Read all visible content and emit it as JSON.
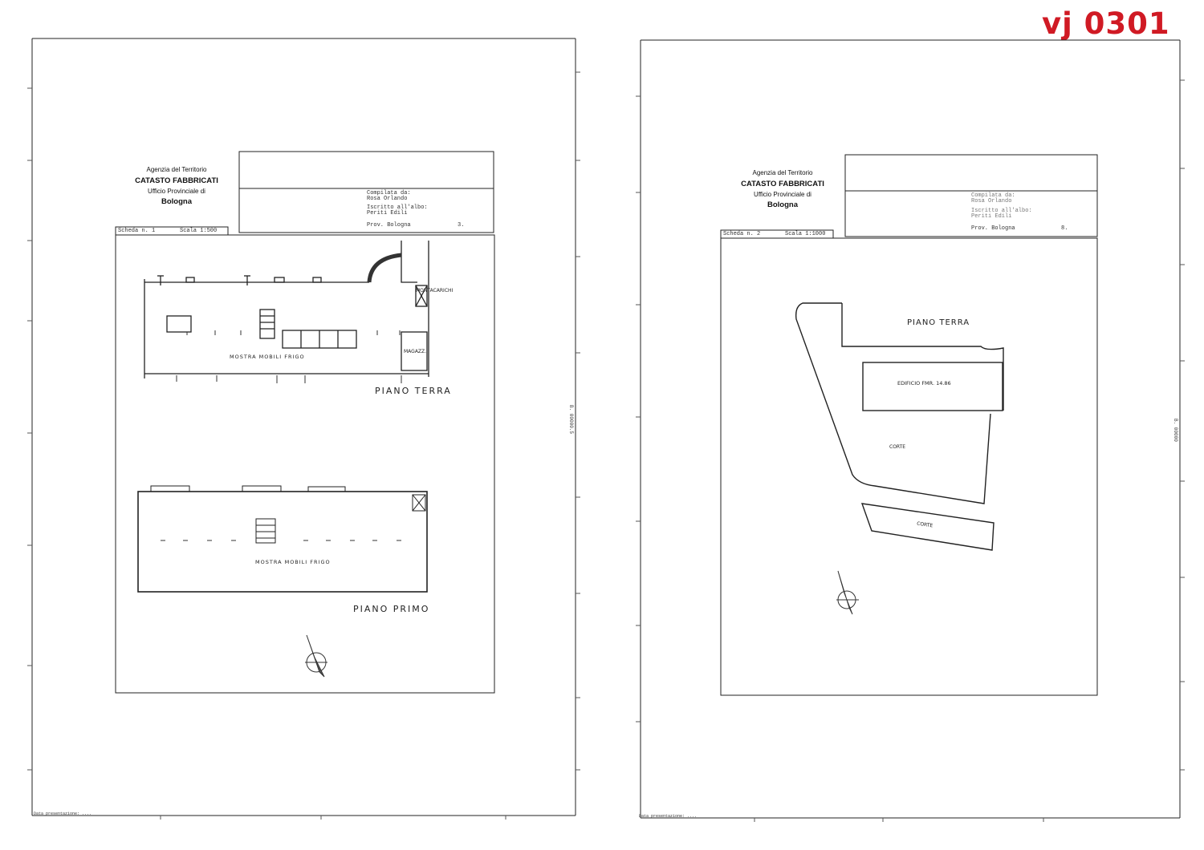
{
  "watermark_code": "vj 0301",
  "sheets": [
    {
      "header": {
        "agency": "Agenzia del Territorio",
        "registry": "CATASTO FABBRICATI",
        "office": "Ufficio Provinciale di",
        "city": "Bologna"
      },
      "compiler_label": "Compilata da:",
      "compiler_name": "Rosa Orlando",
      "register_label": "Iscritto all'albo:",
      "register_value": "Periti Edili",
      "province": "Prov. Bologna",
      "province_number": "3.",
      "scheda": "Scheda n. 1",
      "scala": "Scala 1:500",
      "side_note": "B. 00000.5",
      "footer_mark": "Data presentazione: ....",
      "plans": [
        {
          "title": "PIANO TERRA",
          "room_label": "MOSTRA MOBILI FRIGO",
          "labels": [
            "MONTACARICHI",
            "MAGAZZ."
          ]
        },
        {
          "title": "PIANO PRIMO",
          "room_label": "MOSTRA MOBILI FRIGO",
          "labels": []
        }
      ]
    },
    {
      "header": {
        "agency": "Agenzia del Territorio",
        "registry": "CATASTO FABBRICATI",
        "office": "Ufficio Provinciale di",
        "city": "Bologna"
      },
      "compiler_label": "Compilata da:",
      "compiler_name": "Rosa Orlando",
      "register_label": "Iscritto all'albo:",
      "register_value": "Periti Edili",
      "province": "Prov. Bologna",
      "province_number": "8.",
      "scheda": "Scheda n. 2",
      "scala": "Scala 1:1000",
      "side_note": "B. 00000",
      "footer_mark": "Data presentazione: ....",
      "plans": [
        {
          "title": "PIANO TERRA",
          "room_label": "EDIFICIO FMR. 14.86",
          "labels": [
            "CORTE",
            "CORTE"
          ]
        }
      ]
    }
  ]
}
